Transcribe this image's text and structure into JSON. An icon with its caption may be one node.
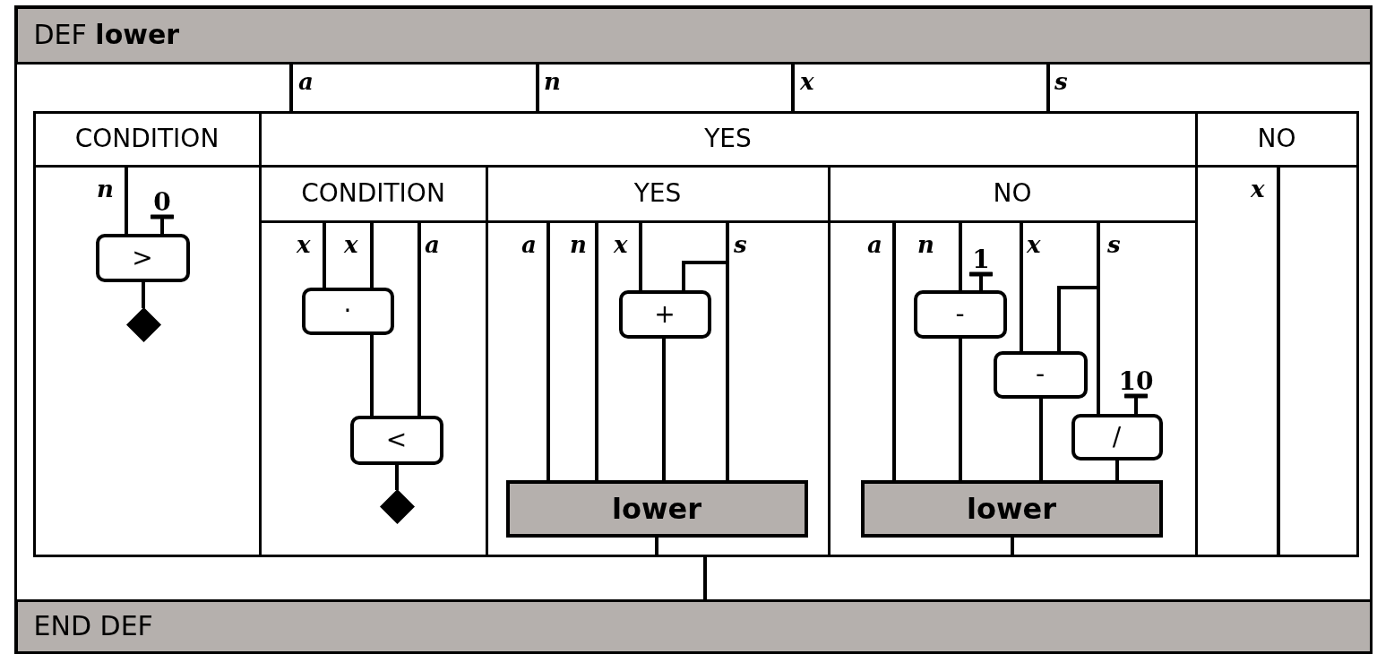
{
  "diagram": {
    "nodes": [
      {
        "text": [
          "DEF **lower**"
        ]
      },
      {
        "text": [],
        "shape": "box"
      },
      {
        "text": [
          "CONDITION"
        ],
        "in": 1
      },
      {
        "text": [
          "0"
        ],
        "in": 2
      },
      {
        "text": [
          ">"
        ],
        "in": 2
      },
      {
        "text": [],
        "shape": "diamond",
        "in": 2
      },
      {
        "text": [
          "YES"
        ],
        "in": 1
      },
      {
        "text": [
          "CONDITION"
        ],
        "in": 6
      },
      {
        "text": [
          "·"
        ],
        "in": 7
      },
      {
        "text": [
          "<"
        ],
        "in": 7
      },
      {
        "text": [],
        "shape": "diamond",
        "in": 7
      },
      {
        "text": [
          "YES"
        ],
        "in": 6
      },
      {
        "text": [
          "+"
        ],
        "in": 11
      },
      {
        "text": [
          "lower"
        ],
        "in": 11
      },
      {
        "text": [
          "NO"
        ],
        "in": 6
      },
      {
        "text": [
          "1"
        ],
        "in": 14
      },
      {
        "text": [
          "-"
        ],
        "in": 14
      },
      {
        "text": [
          "-"
        ],
        "in": 14
      },
      {
        "text": [
          "10"
        ],
        "in": 14
      },
      {
        "text": [
          "/"
        ],
        "in": 14
      },
      {
        "text": [
          "lower"
        ],
        "in": 14
      },
      {
        "text": [
          "NO"
        ],
        "in": 1
      },
      {
        "text": [
          "END DEF"
        ]
      }
    ],
    "edges": [
      {
        "from": 0,
        "to": 1,
        "arrow": "none",
        "label": "a"
      },
      {
        "from": 0,
        "to": 1,
        "arrow": "none",
        "label": "n"
      },
      {
        "from": 0,
        "to": 1,
        "arrow": "none",
        "label": "x"
      },
      {
        "from": 0,
        "to": 1,
        "arrow": "none",
        "label": "s"
      },
      {
        "from": null,
        "to": 4,
        "arrow": "none",
        "label": "n"
      },
      {
        "from": 3,
        "to": 4,
        "arrow": "other"
      },
      {
        "from": 4,
        "to": 5,
        "arrow": "none"
      },
      {
        "from": null,
        "to": 8,
        "arrow": "none",
        "label": "x"
      },
      {
        "from": null,
        "to": 8,
        "arrow": "none",
        "label": "x"
      },
      {
        "from": null,
        "to": 9,
        "arrow": "none",
        "label": "a"
      },
      {
        "from": 8,
        "to": 9,
        "arrow": "none"
      },
      {
        "from": 9,
        "to": 10,
        "arrow": "none"
      },
      {
        "from": null,
        "to": 13,
        "arrow": "none",
        "label": "a"
      },
      {
        "from": null,
        "to": 13,
        "arrow": "none",
        "label": "n"
      },
      {
        "from": null,
        "to": 12,
        "arrow": "none",
        "label": "x"
      },
      {
        "from": null,
        "to": 12,
        "arrow": "none"
      },
      {
        "from": null,
        "to": 13,
        "arrow": "none",
        "label": "s"
      },
      {
        "from": 12,
        "to": 13,
        "arrow": "none"
      },
      {
        "from": 13,
        "to": 1,
        "arrow": "none"
      },
      {
        "from": null,
        "to": 20,
        "arrow": "none",
        "label": "a"
      },
      {
        "from": null,
        "to": 16,
        "arrow": "none",
        "label": "n"
      },
      {
        "from": 15,
        "to": 16,
        "arrow": "other"
      },
      {
        "from": 16,
        "to": 20,
        "arrow": "none"
      },
      {
        "from": null,
        "to": 17,
        "arrow": "none",
        "label": "x"
      },
      {
        "from": null,
        "to": 17,
        "arrow": "none"
      },
      {
        "from": null,
        "to": 19,
        "arrow": "none",
        "label": "s"
      },
      {
        "from": 17,
        "to": 20,
        "arrow": "none"
      },
      {
        "from": 18,
        "to": 19,
        "arrow": "other"
      },
      {
        "from": 19,
        "to": 20,
        "arrow": "none"
      },
      {
        "from": 20,
        "to": 1,
        "arrow": "none"
      },
      {
        "from": null,
        "to": 21,
        "arrow": "none",
        "label": "x"
      },
      {
        "from": 1,
        "to": 22,
        "arrow": "none"
      }
    ]
  }
}
